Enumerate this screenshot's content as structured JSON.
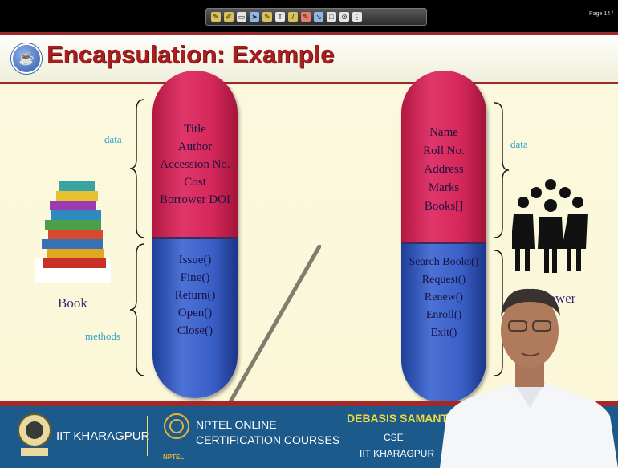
{
  "page": {
    "number_label": "Page 14 /"
  },
  "title": {
    "text": "Encapsulation: Example"
  },
  "left_capsule": {
    "data_fields": [
      "Title",
      "Author",
      "Accession No.",
      "Cost",
      "Borrower DOI"
    ],
    "methods": [
      "Issue()",
      "Fine()",
      "Return()",
      "Open()",
      "Close()"
    ],
    "data_label": "data",
    "methods_label": "methods",
    "object_caption": "Book"
  },
  "right_capsule": {
    "data_fields": [
      "Name",
      "Roll No.",
      "Address",
      "Marks",
      "Books[]"
    ],
    "methods": [
      "Search Books()",
      "Request()",
      "Renew()",
      "Enroll()",
      "Exit()"
    ],
    "data_label": "data",
    "object_caption": "rrower"
  },
  "banner": {
    "institute": "IIT KHARAGPUR",
    "nptel_line1": "NPTEL ONLINE",
    "nptel_line2": "CERTIFICATION COURSES",
    "nptel_logo_text": "NPTEL",
    "presenter_name": "DEBASIS SAMANTA",
    "dept": "CSE",
    "presenter_inst": "IIT KHARAGPUR"
  },
  "colors": {
    "title": "#a81f1f",
    "capsule_top": "#d5285a",
    "capsule_bottom": "#3a60c8",
    "brace_label": "#2ea3c8",
    "banner": "#1b5a8a"
  },
  "icons": [
    "java-icon",
    "books-stack-icon",
    "people-group-icon",
    "iit-emblem-icon",
    "nptel-logo-icon"
  ]
}
